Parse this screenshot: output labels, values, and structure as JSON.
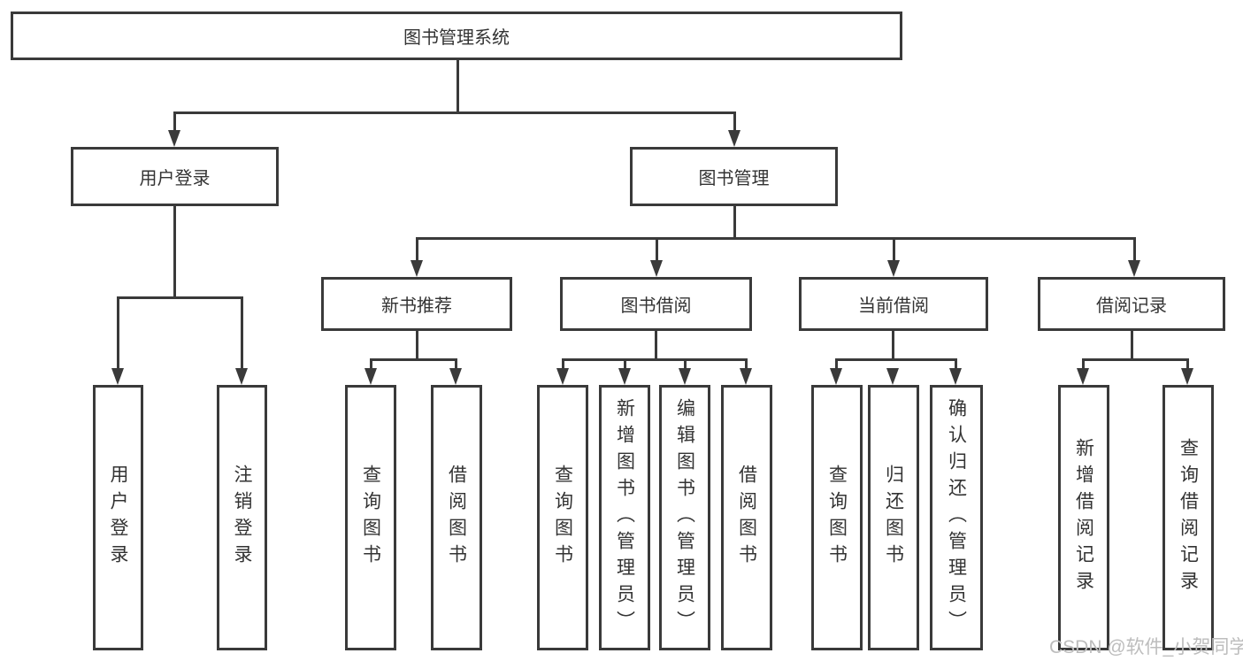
{
  "diagram": {
    "title": "图书管理系统",
    "root": {
      "label": "图书管理系统"
    },
    "level2": [
      {
        "id": "user-login",
        "label": "用户登录"
      },
      {
        "id": "book-management",
        "label": "图书管理"
      }
    ],
    "level3": [
      {
        "id": "new-book-recommend",
        "label": "新书推荐",
        "parent": "book-management"
      },
      {
        "id": "book-borrowing",
        "label": "图书借阅",
        "parent": "book-management"
      },
      {
        "id": "current-borrowing",
        "label": "当前借阅",
        "parent": "book-management"
      },
      {
        "id": "borrowing-records",
        "label": "借阅记录",
        "parent": "book-management"
      }
    ],
    "leaves": {
      "user_login": [
        {
          "label": "用户登录"
        },
        {
          "label": "注销登录"
        }
      ],
      "new_book_recommend": [
        {
          "label": "查询图书"
        },
        {
          "label": "借阅图书"
        }
      ],
      "book_borrowing": [
        {
          "label": "查询图书"
        },
        {
          "label": "新增图书（管理员）"
        },
        {
          "label": "编辑图书（管理员）"
        },
        {
          "label": "借阅图书"
        }
      ],
      "current_borrowing": [
        {
          "label": "查询图书"
        },
        {
          "label": "归还图书"
        },
        {
          "label": "确认归还（管理员）"
        }
      ],
      "borrowing_records": [
        {
          "label": "新增借阅记录"
        },
        {
          "label": "查询借阅记录"
        }
      ]
    }
  },
  "watermark": {
    "text": "CSDN @软件_小贺同学"
  },
  "colors": {
    "line": "#3a3a3a",
    "text": "#333333",
    "watermark": "#bdbdbd",
    "background": "#ffffff"
  }
}
